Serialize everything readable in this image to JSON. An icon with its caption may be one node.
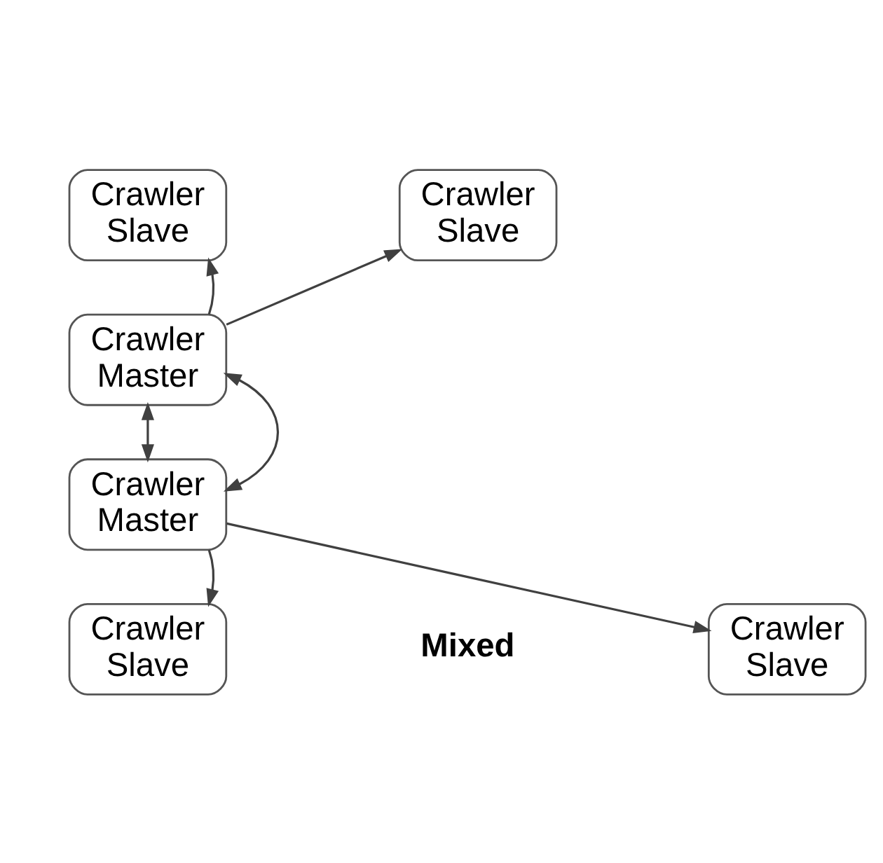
{
  "diagram": {
    "nodes": [
      {
        "text": [
          "Crawler Slave"
        ]
      },
      {
        "text": [
          "Crawler Slave"
        ]
      },
      {
        "text": [
          "Crawler Master"
        ]
      },
      {
        "text": [
          "Crawler Master"
        ]
      },
      {
        "text": [
          "Crawler Slave"
        ]
      },
      {
        "text": [
          "Crawler Slave"
        ]
      }
    ],
    "edges": [
      {
        "from": 2,
        "to": 0,
        "arrow": "to"
      },
      {
        "from": 2,
        "to": 1,
        "arrow": "to"
      },
      {
        "from": 2,
        "to": 3,
        "arrow": "both"
      },
      {
        "from": 2,
        "to": 3,
        "arrow": "both"
      },
      {
        "from": 3,
        "to": 4,
        "arrow": "to"
      },
      {
        "from": 3,
        "to": 5,
        "arrow": "to"
      }
    ],
    "labels": [
      "Mixed"
    ]
  }
}
